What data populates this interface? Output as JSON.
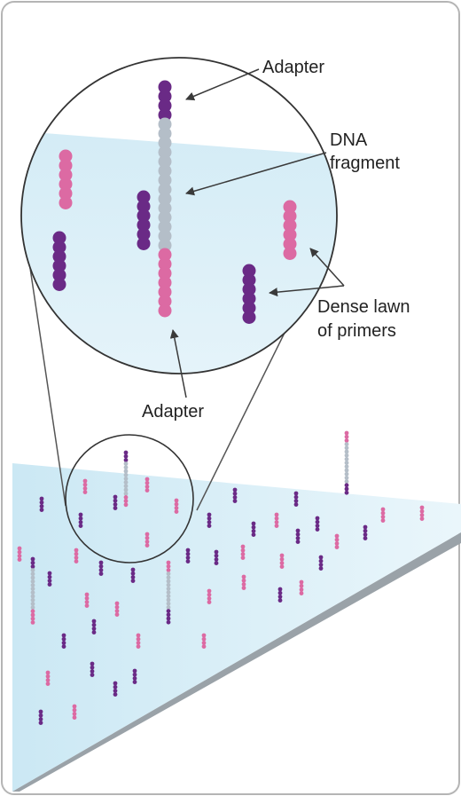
{
  "labels": {
    "adapter_top": "Adapter",
    "dna_line1": "DNA",
    "dna_line2": "fragment",
    "primers_line1": "Dense lawn",
    "primers_line2": "of primers",
    "adapter_bottom": "Adapter"
  },
  "colors": {
    "purple": "#6a2a86",
    "pink": "#dc6aa3",
    "gray": "#b4bec8",
    "lawn": "#d2ecf6",
    "panel_border": "#b5b5b5",
    "arrow": "#3a3a3a"
  }
}
